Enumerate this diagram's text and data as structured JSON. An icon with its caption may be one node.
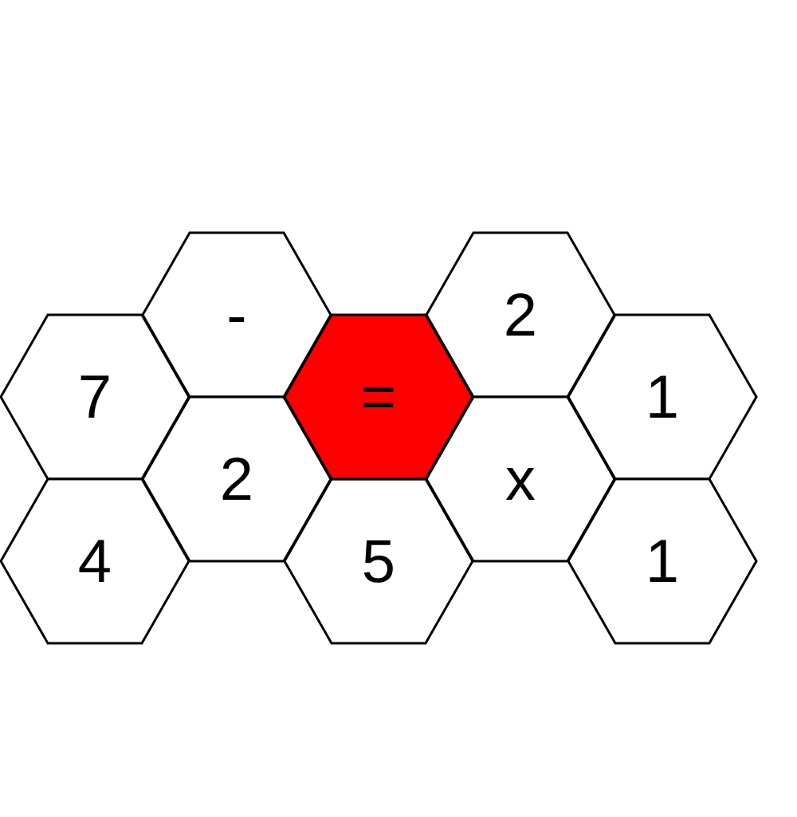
{
  "diagram": {
    "nodes": [
      {
        "text": [
          "-"
        ]
      },
      {
        "text": [
          "2"
        ]
      },
      {
        "text": [
          "7"
        ]
      },
      {
        "text": [
          "="
        ]
      },
      {
        "text": [
          "1"
        ]
      },
      {
        "text": [
          "2"
        ]
      },
      {
        "text": [
          "x"
        ]
      },
      {
        "text": [
          "4"
        ]
      },
      {
        "text": [
          "5"
        ]
      },
      {
        "text": [
          "1"
        ]
      }
    ]
  }
}
